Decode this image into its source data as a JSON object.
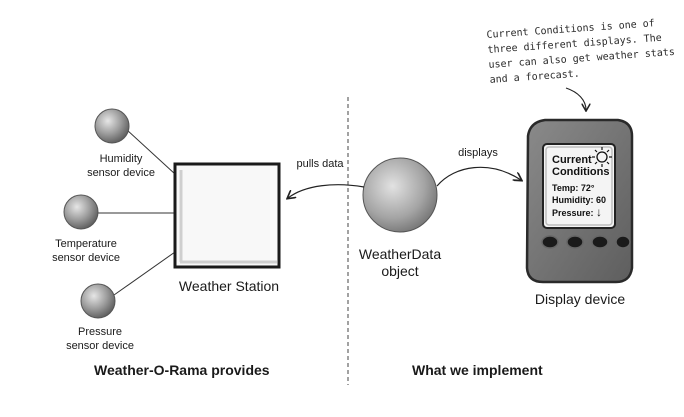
{
  "sensors": {
    "humidity": [
      "Humidity",
      "sensor device"
    ],
    "temperature": [
      "Temperature",
      "sensor device"
    ],
    "pressure": [
      "Pressure",
      "sensor device"
    ]
  },
  "weather_station": "Weather Station",
  "arrows": {
    "pulls_data": "pulls data",
    "displays": "displays"
  },
  "weather_data": [
    "WeatherData",
    "object"
  ],
  "display_device": "Display device",
  "screen": {
    "title_line1": "Current",
    "title_line2": "Conditions",
    "temp": "Temp: 72°",
    "humidity": "Humidity: 60",
    "pressure": "Pressure:",
    "pressure_arrow": "↓"
  },
  "annotation": [
    "Current Conditions is  one of",
    "three different displays. The",
    "user can also get weather stats",
    "and a forecast."
  ],
  "sections": {
    "left": "Weather-O-Rama provides",
    "right": "What we implement"
  }
}
